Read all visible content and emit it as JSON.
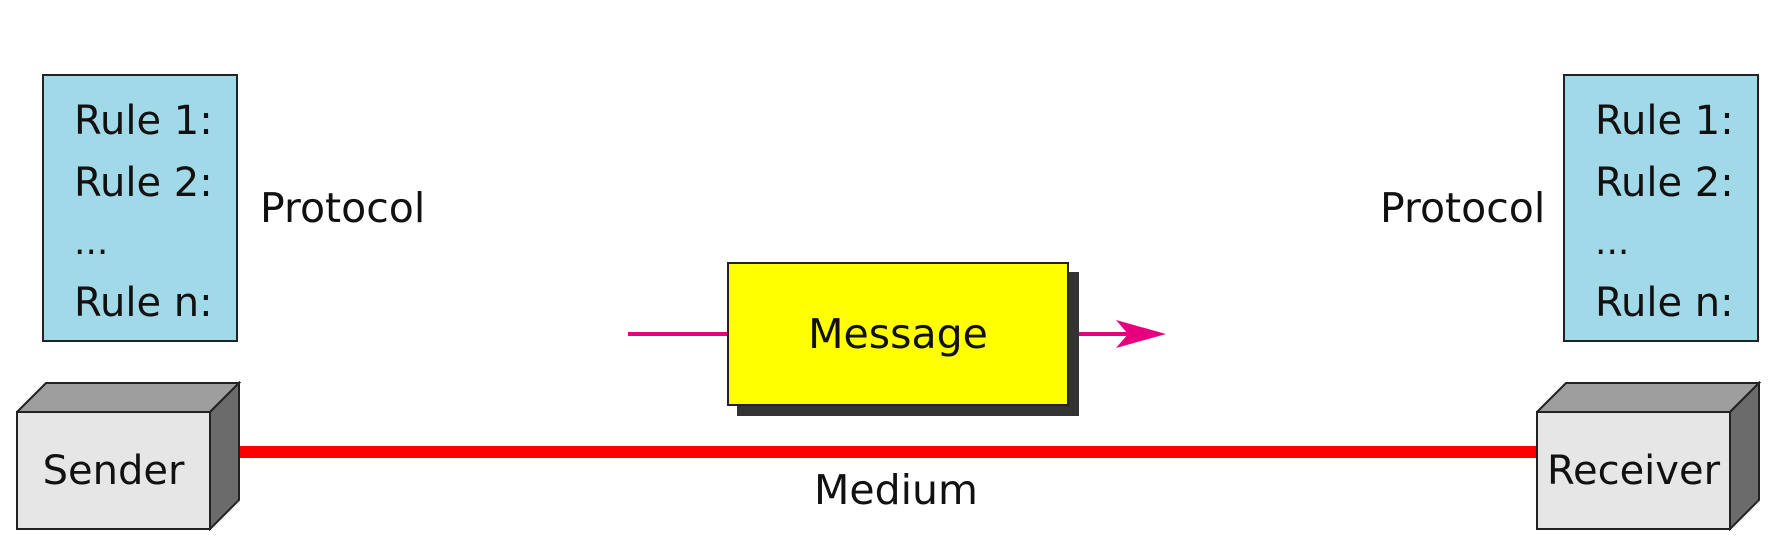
{
  "sender": {
    "label": "Sender",
    "protocol_label": "Protocol",
    "rules": [
      "Rule 1:",
      "Rule 2:",
      "...",
      "Rule n:"
    ]
  },
  "receiver": {
    "label": "Receiver",
    "protocol_label": "Protocol",
    "rules": [
      "Rule 1:",
      "Rule 2:",
      "...",
      "Rule n:"
    ]
  },
  "message": {
    "label": "Message"
  },
  "medium": {
    "label": "Medium"
  },
  "colors": {
    "rules_box": "#a2d9e8",
    "message_box": "#ffff00",
    "medium_line": "#ff0000",
    "message_arrow": "#e6007e",
    "device_front": "#e6e6e6",
    "device_top": "#9e9e9e",
    "device_side": "#6b6b6b"
  }
}
